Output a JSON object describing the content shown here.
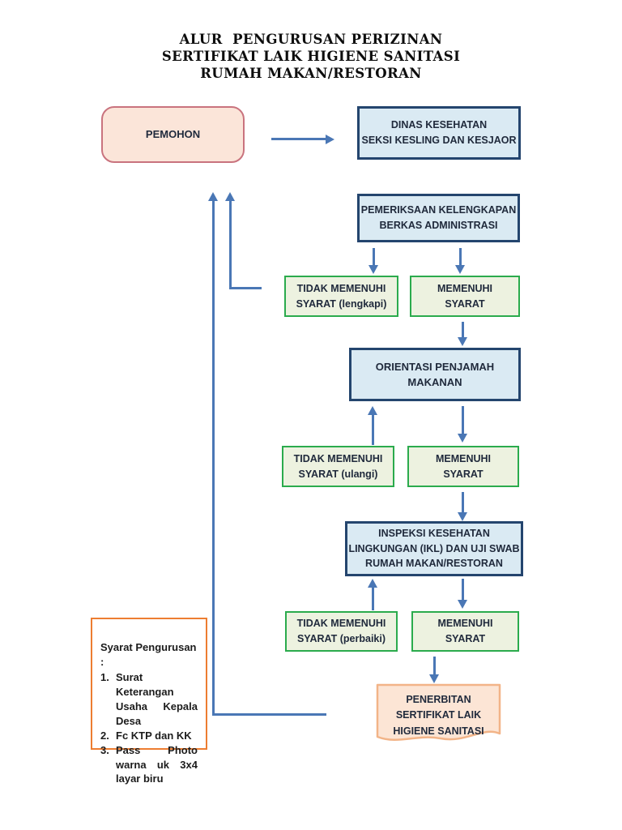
{
  "title": {
    "line1": "ALUR  PENGURUSAN PERIZINAN",
    "line2": "SERTIFIKAT LAIK HIGIENE SANITASI",
    "line3": "RUMAH MAKAN/RESTORAN"
  },
  "nodes": {
    "pemohon": {
      "label": "PEMOHON"
    },
    "dinas": {
      "line1": "DINAS KESEHATAN",
      "line2": "SEKSI KESLING DAN KESJAOR"
    },
    "pemeriksaan": {
      "line1": "PEMERIKSAAN KELENGKAPAN",
      "line2": "BERKAS ADMINISTRASI"
    },
    "tidak_memenuhi_1": {
      "line1": "TIDAK MEMENUHI",
      "line2": "SYARAT (lengkapi)"
    },
    "memenuhi_1": {
      "line1": "MEMENUHI",
      "line2": "SYARAT"
    },
    "orientasi": {
      "label": "ORIENTASI PENJAMAH MAKANAN"
    },
    "tidak_memenuhi_2": {
      "line1": "TIDAK MEMENUHI",
      "line2": "SYARAT (ulangi)"
    },
    "memenuhi_2": {
      "line1": "MEMENUHI",
      "line2": "SYARAT"
    },
    "inspeksi": {
      "line1": "INSPEKSI KESEHATAN",
      "line2": "LINGKUNGAN (IKL) DAN UJI SWAB",
      "line3": "RUMAH MAKAN/RESTORAN"
    },
    "tidak_memenuhi_3": {
      "line1": "TIDAK MEMENUHI",
      "line2": "SYARAT (perbaiki)"
    },
    "memenuhi_3": {
      "line1": "MEMENUHI",
      "line2": "SYARAT"
    },
    "penerbitan": {
      "line1": "PENERBITAN",
      "line2": "SERTIFIKAT LAIK",
      "line3": "HIGIENE SANITASI"
    }
  },
  "syarat": {
    "heading": "Syarat Pengurusan :",
    "items": [
      {
        "num": "1.",
        "text": "Surat Keterangan Usaha Kepala Desa"
      },
      {
        "num": "2.",
        "text": "Fc KTP dan KK"
      },
      {
        "num": "3.",
        "text": "Pass Photo warna uk 3x4 layar biru"
      }
    ]
  },
  "colors": {
    "arrow_blue": "#4a77b5",
    "box_blue_border": "#24456e",
    "box_blue_fill": "#daeaf3",
    "box_green_border": "#2bab4d",
    "box_green_fill": "#edf2e0",
    "pemohon_fill": "#fbe5d9",
    "pemohon_border": "#c9737e",
    "document_fill": "#fce5d5",
    "document_border": "#f2b488",
    "syarat_border": "#ed7d31",
    "text_dark": "#202a3c"
  }
}
